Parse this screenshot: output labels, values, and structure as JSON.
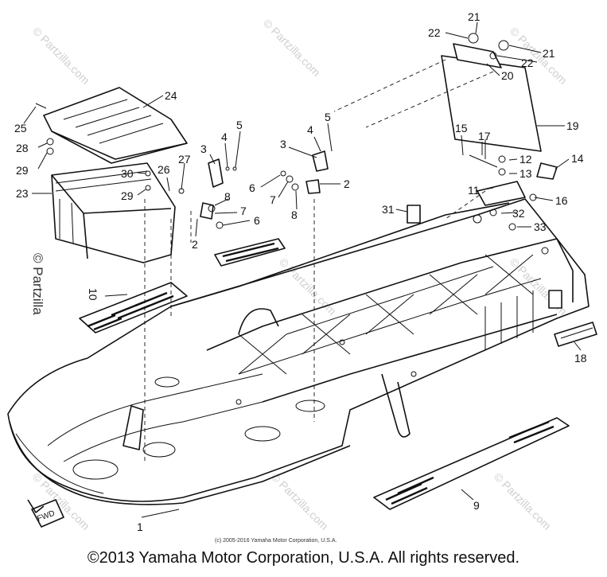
{
  "diagram": {
    "watermark_text": "© Partzilla.com",
    "side_watermark": "© Partzilla",
    "small_copyright": "(c) 2005-2016 Yamaha Motor Corporation, U.S.A.",
    "fwd_label": "FWD",
    "callouts": [
      "1",
      "2",
      "3",
      "4",
      "5",
      "6",
      "7",
      "8",
      "9",
      "10",
      "11",
      "12",
      "13",
      "14",
      "15",
      "16",
      "17",
      "18",
      "19",
      "20",
      "21",
      "22",
      "23",
      "24",
      "25",
      "26",
      "27",
      "28",
      "29",
      "30",
      "31",
      "32",
      "33"
    ]
  },
  "footer": {
    "copyright": "©2013 Yamaha Motor Corporation, U.S.A. All rights reserved."
  }
}
